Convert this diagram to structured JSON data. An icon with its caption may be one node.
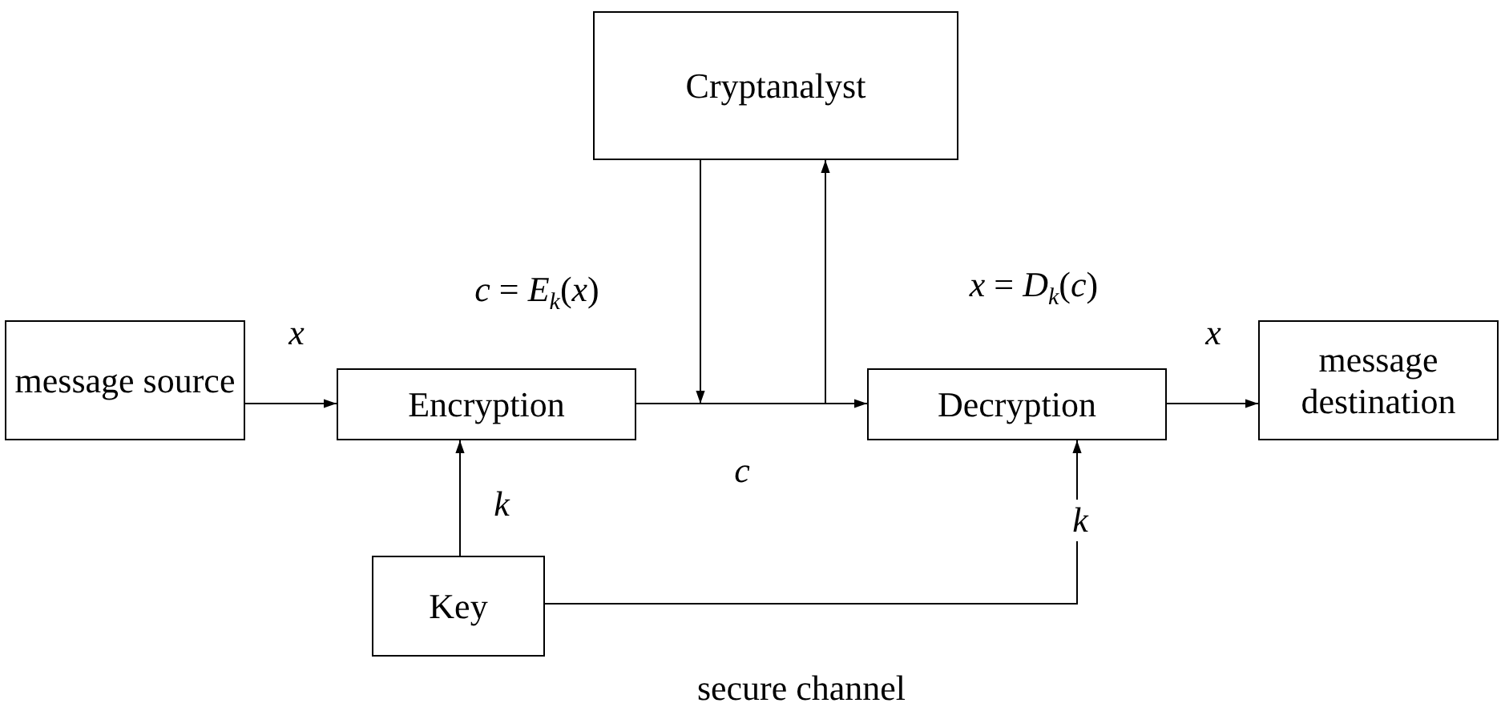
{
  "diagram": {
    "nodes": [
      {
        "text": [
          "message source"
        ]
      },
      {
        "text": [
          "Encryption"
        ]
      },
      {
        "text": [
          "Cryptanalyst"
        ]
      },
      {
        "text": [
          "Decryption"
        ]
      },
      {
        "text": [
          "message destination"
        ]
      },
      {
        "text": [
          "Key"
        ]
      }
    ],
    "edges": [
      {
        "from": 0,
        "to": 1,
        "arrow": "to",
        "label": "x"
      },
      {
        "from": 1,
        "to": 3,
        "arrow": "to",
        "label": "c"
      },
      {
        "from": 2,
        "to": null,
        "arrow": "to"
      },
      {
        "from": null,
        "to": 2,
        "arrow": "to"
      },
      {
        "from": 5,
        "to": 1,
        "arrow": "to",
        "label": "k"
      },
      {
        "from": 5,
        "to": 3,
        "arrow": "to",
        "label": "k"
      },
      {
        "from": 3,
        "to": 4,
        "arrow": "to",
        "label": "x"
      }
    ],
    "labels": [
      "*c* = *E*$_{k}$(*x*)",
      "*x* = *D*$_{k}$(*c*)",
      "secure channel"
    ]
  }
}
